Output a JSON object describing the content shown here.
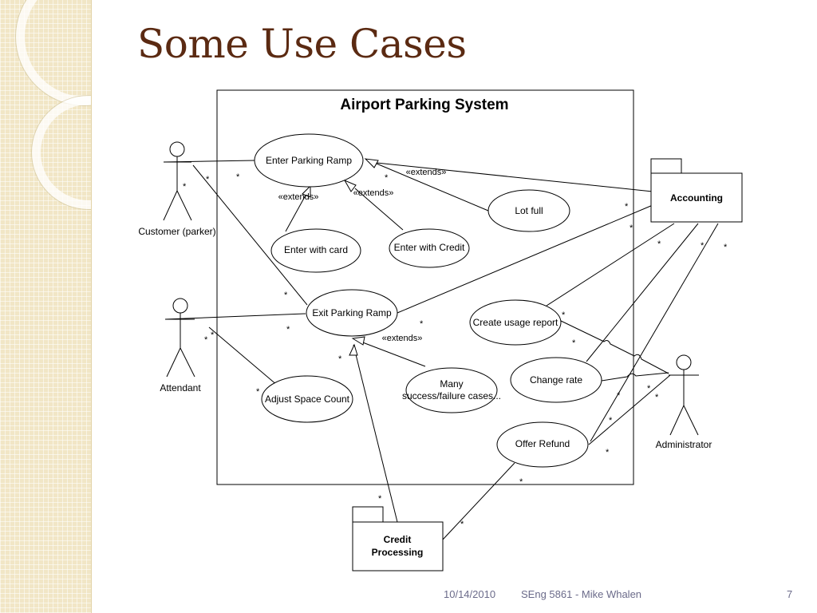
{
  "slide": {
    "title": "Some Use Cases",
    "footer_date": "10/14/2010",
    "footer_course": "SEng 5861 - Mike Whalen",
    "page_number": "7"
  },
  "diagram": {
    "system_title": "Airport Parking System",
    "actors": {
      "customer": "Customer (parker)",
      "attendant": "Attendant",
      "administrator": "Administrator"
    },
    "packages": {
      "accounting": "Accounting",
      "credit_line1": "Credit",
      "credit_line2": "Processing"
    },
    "use_cases": {
      "enter_parking_ramp": "Enter Parking Ramp",
      "lot_full": "Lot full",
      "enter_with_card": "Enter with card",
      "enter_with_credit": "Enter with Credit",
      "exit_parking_ramp": "Exit Parking Ramp",
      "create_usage_report": "Create usage report",
      "change_rate": "Change rate",
      "adjust_space_count": "Adjust Space Count",
      "many_line1": "Many",
      "many_line2": "success/failure cases...",
      "offer_refund": "Offer Refund"
    },
    "extends_label": "«extends»",
    "multiplicity": "*"
  },
  "colors": {
    "title": "#5b2a12",
    "footer_text": "#6b6b8a",
    "sidebar": "#f1e6c6",
    "line": "#000000"
  }
}
